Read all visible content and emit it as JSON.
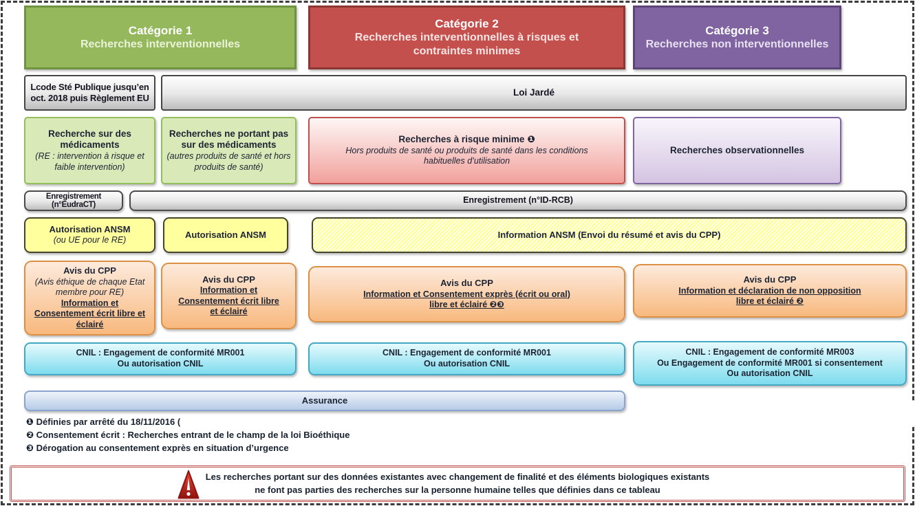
{
  "colors": {
    "text-dark": "#1c2433",
    "green-bg": "#95b85c",
    "green-border": "#6f9340",
    "red-bg": "#c4504e",
    "red-border": "#8e3634",
    "purple-bg": "#8064a2",
    "purple-border": "#5c4677",
    "gray-bottom": "#bdbdbd",
    "gray-border": "#454545",
    "greenlight-bg": "#d9e9b7",
    "greenlight-border": "#94bd5c",
    "pink-bottom": "#f2a19c",
    "pink-border": "#c0504d",
    "lav-bottom": "#d4c4e2",
    "yellow-bg": "#ffff9d",
    "yellow-border": "#44442c",
    "orange-top": "#fdeadc",
    "orange-bottom": "#f8b97e",
    "orange-border": "#db9046",
    "cyan-top": "#e6fafd",
    "cyan-bottom": "#7edcee",
    "cyan-border": "#45a8c3",
    "blue-bottom": "#b6cbe7",
    "blue-border": "#8aa4cd",
    "warn-border": "#c0504d"
  },
  "categories": [
    {
      "title": "Catégorie 1",
      "subtitle": "Recherches interventionnelles"
    },
    {
      "title": "Catégorie 2",
      "subtitle": "Recherches interventionnelles à risques et contraintes minimes"
    },
    {
      "title": "Catégorie 3",
      "subtitle": "Recherches non interventionnelles"
    }
  ],
  "law": {
    "left_line1": "Lcode Sté Publique jusqu’en",
    "left_line2": "oct. 2018 puis Règlement EU",
    "right": "Loi Jardé"
  },
  "research_types": [
    {
      "title": "Recherche sur des médicaments",
      "note": "(RE : intervention à risque et faible intervention)"
    },
    {
      "title": "Recherches ne portant pas sur des médicaments",
      "note": "(autres produits de santé et hors produits de santé)"
    },
    {
      "title": "Recherches à risque minime ❶",
      "note": "Hors produits de santé ou produits de santé dans les conditions habituelles d’utilisation"
    },
    {
      "title": "Recherches observationnelles"
    }
  ],
  "registration": {
    "left": "Enregistrement (n°EudraCT)",
    "right": "Enregistrement (n°ID-RCB)"
  },
  "ansm": {
    "box1_title": "Autorisation ANSM",
    "box1_note": "(ou UE pour le RE)",
    "box2_title": "Autorisation ANSM",
    "box3_title": "Information ANSM (Envoi du résumé et avis du CPP)"
  },
  "cpp": [
    {
      "title": "Avis du CPP",
      "note": "(Avis éthique de chaque Etat membre pour RE)",
      "consent": "Information et Consentement écrit libre et éclairé"
    },
    {
      "title": "Avis du CPP",
      "consent": "Information et Consentement écrit libre et éclairé"
    },
    {
      "title": "Avis du CPP",
      "consent_line1": "Information et Consentement exprès (écrit ou oral)",
      "consent_line2": "libre et éclairé ❷❸"
    },
    {
      "title": "Avis du CPP",
      "consent_line1": "Information et déclaration de non opposition",
      "consent_line2": "libre et éclairé ❷"
    }
  ],
  "cnil": [
    {
      "line1": "CNIL : Engagement de conformité MR001",
      "line2": "Ou autorisation CNIL"
    },
    {
      "line1": "CNIL : Engagement de conformité MR001",
      "line2": "Ou autorisation CNIL"
    },
    {
      "line1": "CNIL : Engagement de conformité MR003",
      "line2": "Ou Engagement de conformité MR001 si consentement",
      "line3": "Ou autorisation CNIL"
    }
  ],
  "assurance": "Assurance",
  "footnotes": [
    "❶ Définies par arrêté du 18/11/2016 (",
    "❷ Consentement écrit : Recherches entrant de le champ de la loi Bioéthique",
    "❸ Dérogation au consentement exprès en situation d’urgence"
  ],
  "warning": {
    "line1": "Les recherches portant sur des données existantes avec changement de finalité et des éléments biologiques existants",
    "line2": "ne font pas parties des recherches sur la personne humaine telles que définies dans ce tableau"
  }
}
